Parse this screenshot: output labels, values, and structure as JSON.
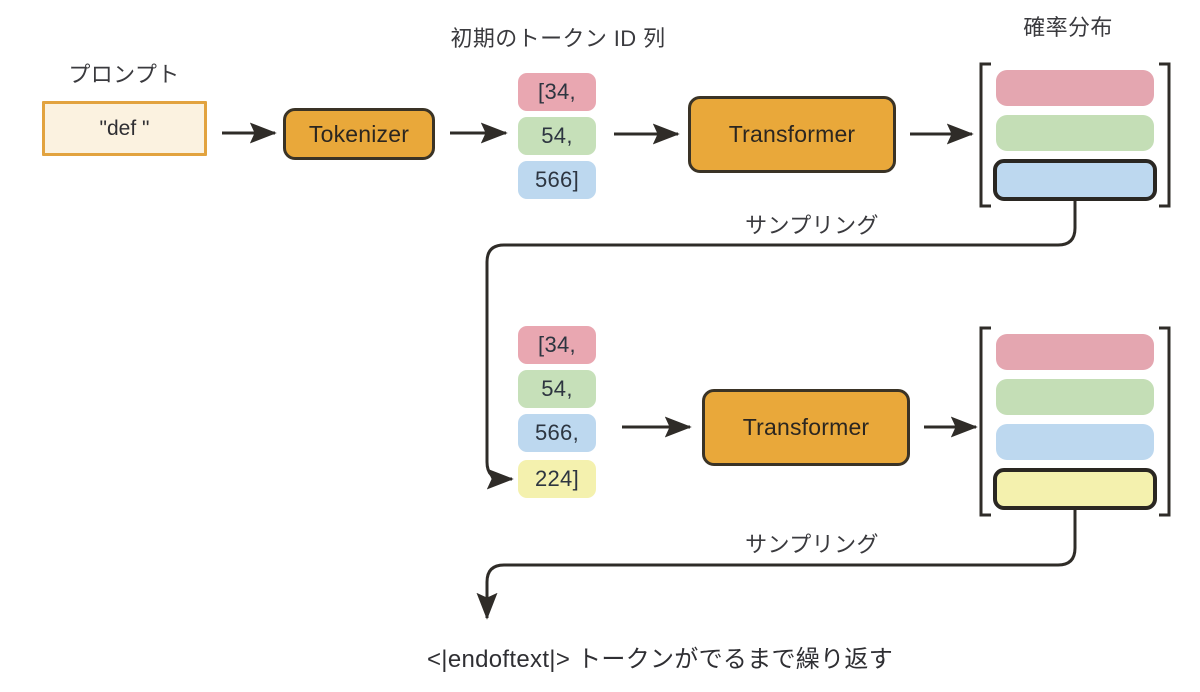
{
  "figure": {
    "title_prompt": "プロンプト",
    "title_token_ids": "初期のトークン ID 列",
    "title_distribution": "確率分布",
    "sampling_label_1": "サンプリング",
    "sampling_label_2": "サンプリング",
    "footer": "<|endoftext|> トークンがでるまで繰り返す"
  },
  "prompt": {
    "value": "\"def \""
  },
  "blocks": {
    "tokenizer": "Tokenizer",
    "transformer_1": "Transformer",
    "transformer_2": "Transformer"
  },
  "token_sequence_1": [
    {
      "text": "[34,",
      "color": "#e9a7b1"
    },
    {
      "text": "54,",
      "color": "#c6e0b9"
    },
    {
      "text": "566]",
      "color": "#bdd8ef"
    }
  ],
  "token_sequence_2": [
    {
      "text": "[34,",
      "color": "#e9a7b1"
    },
    {
      "text": "54,",
      "color": "#c6e0b9"
    },
    {
      "text": "566,",
      "color": "#bdd8ef"
    },
    {
      "text": "224]",
      "color": "#f4f1ae"
    }
  ],
  "distribution_1": [
    {
      "color": "#e4a6b0",
      "selected": false
    },
    {
      "color": "#c4deb6",
      "selected": false
    },
    {
      "color": "#bdd8ef",
      "selected": true
    }
  ],
  "distribution_2": [
    {
      "color": "#e4a6b0",
      "selected": false
    },
    {
      "color": "#c4deb6",
      "selected": false
    },
    {
      "color": "#bdd8ef",
      "selected": false
    },
    {
      "color": "#f4f1ae",
      "selected": true
    }
  ],
  "colors": {
    "accent_orange": "#e9a83a",
    "prompt_fill": "#fbf2e0",
    "prompt_border": "#e2a33f",
    "stroke_dark": "#2f2c28",
    "background": "#ffffff"
  }
}
